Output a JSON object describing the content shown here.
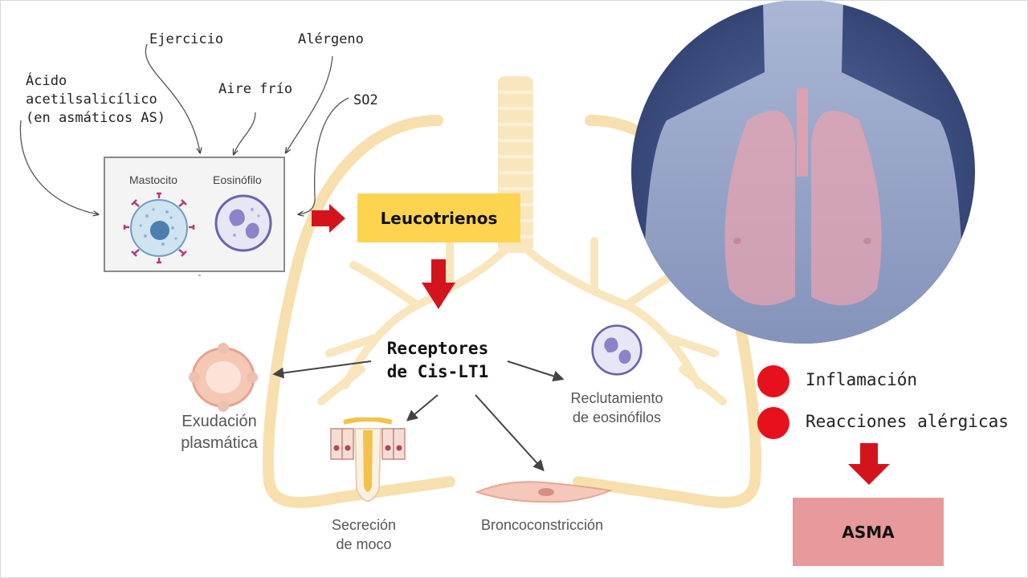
{
  "triggers": {
    "aas": "Ácido\nacetilsalicílico\n(en asmáticos AS)",
    "ejercicio": "Ejercicio",
    "aire_frio": "Aire frío",
    "alergeno": "Alérgeno",
    "so2": "SO2"
  },
  "cells": {
    "mastocito": "Mastocito",
    "eosinofilo": "Eosinófilo"
  },
  "mediator": "Leucotrienos",
  "receptor": "Receptores\nde Cis-LT1",
  "effects": {
    "exudacion": "Exudación\nplasmática",
    "secrecion": "Secreción\nde moco",
    "bronco": "Broncoconstricción",
    "reclutamiento": "Reclutamiento\nde eosinófilos"
  },
  "outcomes": {
    "inflamacion": "Inflamación",
    "reacciones": "Reacciones alérgicas",
    "asma": "ASMA"
  },
  "colors": {
    "arrow_red": "#d4141c",
    "mediator_fill": "#fcd450",
    "asma_fill": "#e8999b",
    "lung_outline": "#f6dca5"
  }
}
